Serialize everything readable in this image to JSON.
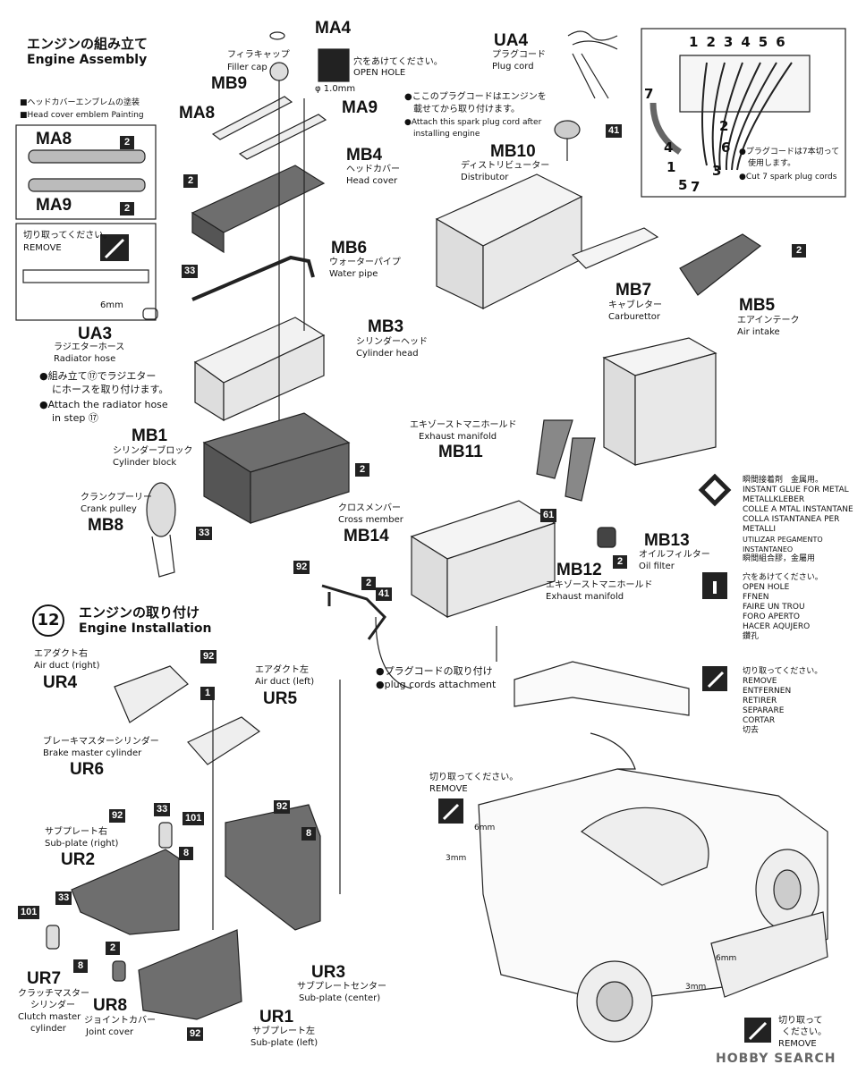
{
  "section11": {
    "title_jp": "エンジンの組み立て",
    "title_en": "Engine Assembly",
    "emblem_jp": "■ヘッドカバーエンブレムの塗装",
    "emblem_en": "■Head cover emblem Painting",
    "remove_jp": "切り取ってください。",
    "remove_en": "REMOVE",
    "dim_6mm": "6mm"
  },
  "parts_left": {
    "MA8": "MA8",
    "MA9": "MA9",
    "MA8b": "MA8",
    "MA9b": "MA9",
    "MA4": "MA4",
    "MB9": "MB9",
    "MB9_jp": "フィラキャップ",
    "MB9_en": "Filler cap",
    "hole_jp": "穴をあけてください。",
    "hole_en": "OPEN HOLE",
    "hole_dia": "φ 1.0mm",
    "MB4": "MB4",
    "MB4_jp": "ヘッドカバー",
    "MB4_en": "Head cover",
    "MB6": "MB6",
    "MB6_jp": "ウォーターパイプ",
    "MB6_en": "Water pipe",
    "UA3": "UA3",
    "UA3_jp": "ラジエターホース",
    "UA3_en": "Radiator hose",
    "UA3_note_jp1": "●組み立て⑰でラジエター",
    "UA3_note_jp2": "にホースを取り付けます。",
    "UA3_note_en1": "●Attach the radiator hose",
    "UA3_note_en2": "in step ⑰",
    "MB3": "MB3",
    "MB3_jp": "シリンダーヘッド",
    "MB3_en": "Cylinder head",
    "MB1": "MB1",
    "MB1_jp": "シリンダーブロック",
    "MB1_en": "Cylinder block",
    "MB8": "MB8",
    "MB8_jp": "クランクプーリー",
    "MB8_en": "Crank pulley"
  },
  "parts_right": {
    "UA4": "UA4",
    "UA4_jp": "プラグコード",
    "UA4_en": "Plug cord",
    "UA4_note_jp1": "●ここのプラグコードはエンジンを",
    "UA4_note_jp2": "載せてから取り付けます。",
    "UA4_note_en1": "●Attach this spark plug cord after",
    "UA4_note_en2": "installing engine",
    "MB10": "MB10",
    "MB10_jp": "ディストリビューター",
    "MB10_en": "Distributor",
    "MB7": "MB7",
    "MB7_jp": "キャブレター",
    "MB7_en": "Carburettor",
    "MB5": "MB5",
    "MB5_jp": "エアインテーク",
    "MB5_en": "Air intake",
    "MB11": "MB11",
    "MB11_jp": "エキゾーストマニホールド",
    "MB11_en": "Exhaust manifold",
    "MB12": "MB12",
    "MB12_jp": "エキゾーストマニホールド",
    "MB12_en": "Exhaust manifold",
    "MB13": "MB13",
    "MB13_jp": "オイルフィルター",
    "MB13_en": "Oil filter",
    "MB14": "MB14",
    "MB14_jp": "クロスメンバー",
    "MB14_en": "Cross member",
    "plug_attach_jp": "●プラグコードの取り付け",
    "plug_attach_en": "●plug cords attachment"
  },
  "cord_box": {
    "nums_top": [
      "1",
      "2",
      "3",
      "4",
      "5",
      "6"
    ],
    "n7": "7",
    "n2": "2",
    "n4": "4",
    "n6": "6",
    "n1": "1",
    "n3": "3",
    "n5": "5",
    "n7b": "7",
    "note_jp1": "●プラグコードは7本切って",
    "note_jp2": "使用します。",
    "note_en": "●Cut 7 spark plug cords"
  },
  "badges": {
    "b2": "2",
    "b41": "41",
    "b33": "33",
    "b61": "61",
    "b92": "92",
    "b1": "1",
    "b8": "8",
    "b101": "101"
  },
  "legend": {
    "glue": [
      "瞬間接着剤　金属用。",
      "INSTANT GLUE FOR METAL",
      "METALLKLEBER",
      "COLLE A MTAL INSTANTANE",
      "COLLA ISTANTANEA PER METALLI",
      "UTILIZAR PEGAMENTO INSTANTANEO",
      "瞬間組合膠，金屬用"
    ],
    "hole": [
      "穴をあけてください。",
      "OPEN HOLE",
      "FFNEN",
      "FAIRE UN TROU",
      "FORO APERTO",
      "HACER AQUJERO",
      "鑽孔"
    ],
    "remove": [
      "切り取ってください。",
      "REMOVE",
      "ENTFERNEN",
      "RETIRER",
      "SEPARARE",
      "CORTAR",
      "切去"
    ]
  },
  "section12": {
    "step": "12",
    "title_jp": "エンジンの取り付け",
    "title_en": "Engine Installation",
    "UR4": "UR4",
    "UR4_jp": "エアダクト右",
    "UR4_en": "Air duct (right)",
    "UR5": "UR5",
    "UR5_jp": "エアダクト左",
    "UR5_en": "Air duct (left)",
    "UR6": "UR6",
    "UR6_jp": "ブレーキマスターシリンダー",
    "UR6_en": "Brake master cylinder",
    "UR2": "UR2",
    "UR2_jp": "サブプレート右",
    "UR2_en": "Sub-plate (right)",
    "UR7": "UR7",
    "UR7_jp1": "クラッチマスター",
    "UR7_jp2": "シリンダー",
    "UR7_en1": "Clutch master",
    "UR7_en2": "cylinder",
    "UR8": "UR8",
    "UR8_jp": "ジョイントカバー",
    "UR8_en": "Joint cover",
    "UR1": "UR1",
    "UR1_jp": "サブプレート左",
    "UR1_en": "Sub-plate (left)",
    "UR3": "UR3",
    "UR3_jp": "サブプレートセンター",
    "UR3_en": "Sub-plate (center)",
    "remove_jp": "切り取ってください。",
    "remove_en": "REMOVE",
    "remove2_jp1": "切り取って",
    "remove2_jp2": "ください。",
    "remove2_en": "REMOVE",
    "dim_6mm": "6mm",
    "dim_3mm": "3mm"
  },
  "watermark": "HOBBY SEARCH",
  "colors": {
    "part_gray": "#6e6e6e",
    "badge": "#222222",
    "line": "#222222"
  }
}
